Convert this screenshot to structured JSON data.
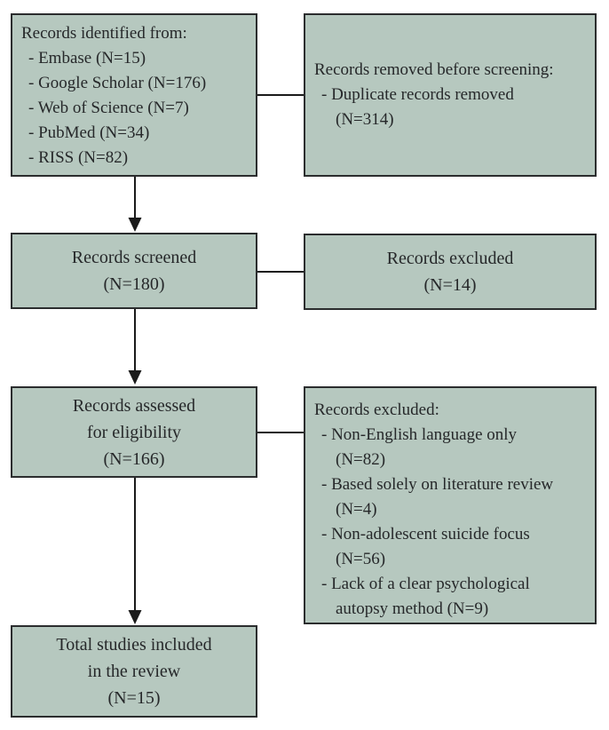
{
  "diagram": {
    "identified": {
      "title": "Records identified from:",
      "items": [
        "- Embase (N=15)",
        "- Google Scholar (N=176)",
        "- Web of Science (N=7)",
        "- PubMed (N=34)",
        "- RISS (N=82)"
      ]
    },
    "removed_before_screening": {
      "title": "Records removed before screening:",
      "item_line1": "- Duplicate records removed",
      "item_line2": "(N=314)"
    },
    "screened": {
      "line1": "Records screened",
      "line2": "(N=180)"
    },
    "excluded_screening": {
      "line1": "Records excluded",
      "line2": "(N=14)"
    },
    "assessed": {
      "line1": "Records assessed",
      "line2": "for eligibility",
      "line3": "(N=166)"
    },
    "excluded_eligibility": {
      "title": "Records excluded:",
      "items": [
        {
          "l1": "- Non-English language only",
          "l2": "(N=82)"
        },
        {
          "l1": "- Based solely on literature review",
          "l2": "(N=4)"
        },
        {
          "l1": "- Non-adolescent suicide focus",
          "l2": "(N=56)"
        },
        {
          "l1": "- Lack of a clear psychological",
          "l2": "autopsy method (N=9)"
        }
      ]
    },
    "included": {
      "line1": "Total studies included",
      "line2": "in the review",
      "line3": "(N=15)"
    },
    "colors": {
      "box_fill": "#b6c8bf",
      "box_border": "#2b2d2e",
      "arrow": "#1b1b1b",
      "text": "#26282a",
      "background": "#ffffff"
    }
  }
}
